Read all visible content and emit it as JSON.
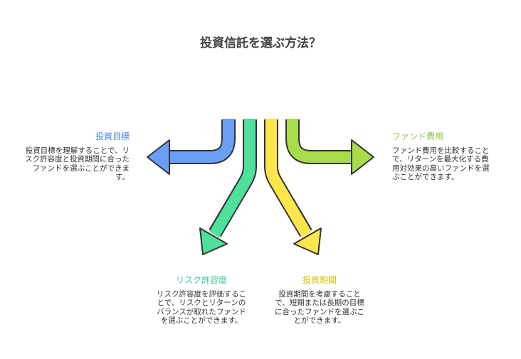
{
  "title": "投資信託を選ぶ方法？",
  "colors": {
    "goal": "#6a9ff7",
    "risk": "#4fe09b",
    "period": "#fde64b",
    "cost": "#a8dd4a",
    "outline": "#333333"
  },
  "items": [
    {
      "heading": "投資目標",
      "text": "投資目標を理解することで、リスク許容度と投資期間に合ったファンドを選ぶことができます。"
    },
    {
      "heading": "リスク許容度",
      "text": "リスク許容度を評価することで、リスクとリターンのバランスが取れたファンドを選ぶことができます。"
    },
    {
      "heading": "投資期間",
      "text": "投資期間を考慮することで、短期または長期の目標に合ったファンドを選ぶことができます。"
    },
    {
      "heading": "ファンド費用",
      "text": "ファンド費用を比較することで、リターンを最大化する費用対効果の高いファンドを選ぶことができます。"
    }
  ]
}
